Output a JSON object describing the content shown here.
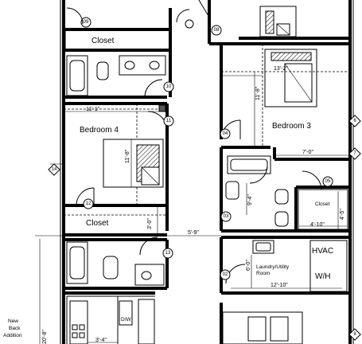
{
  "plan": {
    "rooms": {
      "closet_top": "Closet",
      "bedroom4": "Bedroom 4",
      "bedroom3": "Bedroom 3",
      "closet_mid": "Closet",
      "closet_small": "Closet",
      "laundry_line1": "Laundry/Utility",
      "laundry_line2": "Room",
      "hvac": "HVAC",
      "wh": "W/H",
      "dw": "D/W",
      "new_addition_1": "New",
      "new_addition_2": "Back",
      "new_addition_3": "Addition"
    },
    "dimensions": {
      "bed4_width": "11'-1\"",
      "bed4_depth": "11'-8\"",
      "bed3_width": "13'-2\"",
      "bed3_depth": "11'-8\"",
      "hall_width": "7'-0\"",
      "bath_depth": "9'-4\"",
      "closet_small_w": "4'-10\"",
      "closet_small_d": "4'-5\"",
      "closet_mid_d": "3'-0\"",
      "hall_length": "5'-9\"",
      "laundry_depth": "6'-0\"",
      "laundry_width": "12'-10\"",
      "kitchen_w": "3'-4\"",
      "addition_depth": "20'-8\""
    },
    "door_tags": [
      "09",
      "10",
      "11",
      "04",
      "12",
      "03",
      "05",
      "13",
      "02",
      "08"
    ],
    "grid_tags": [
      "6",
      "7",
      "14",
      "8"
    ]
  }
}
